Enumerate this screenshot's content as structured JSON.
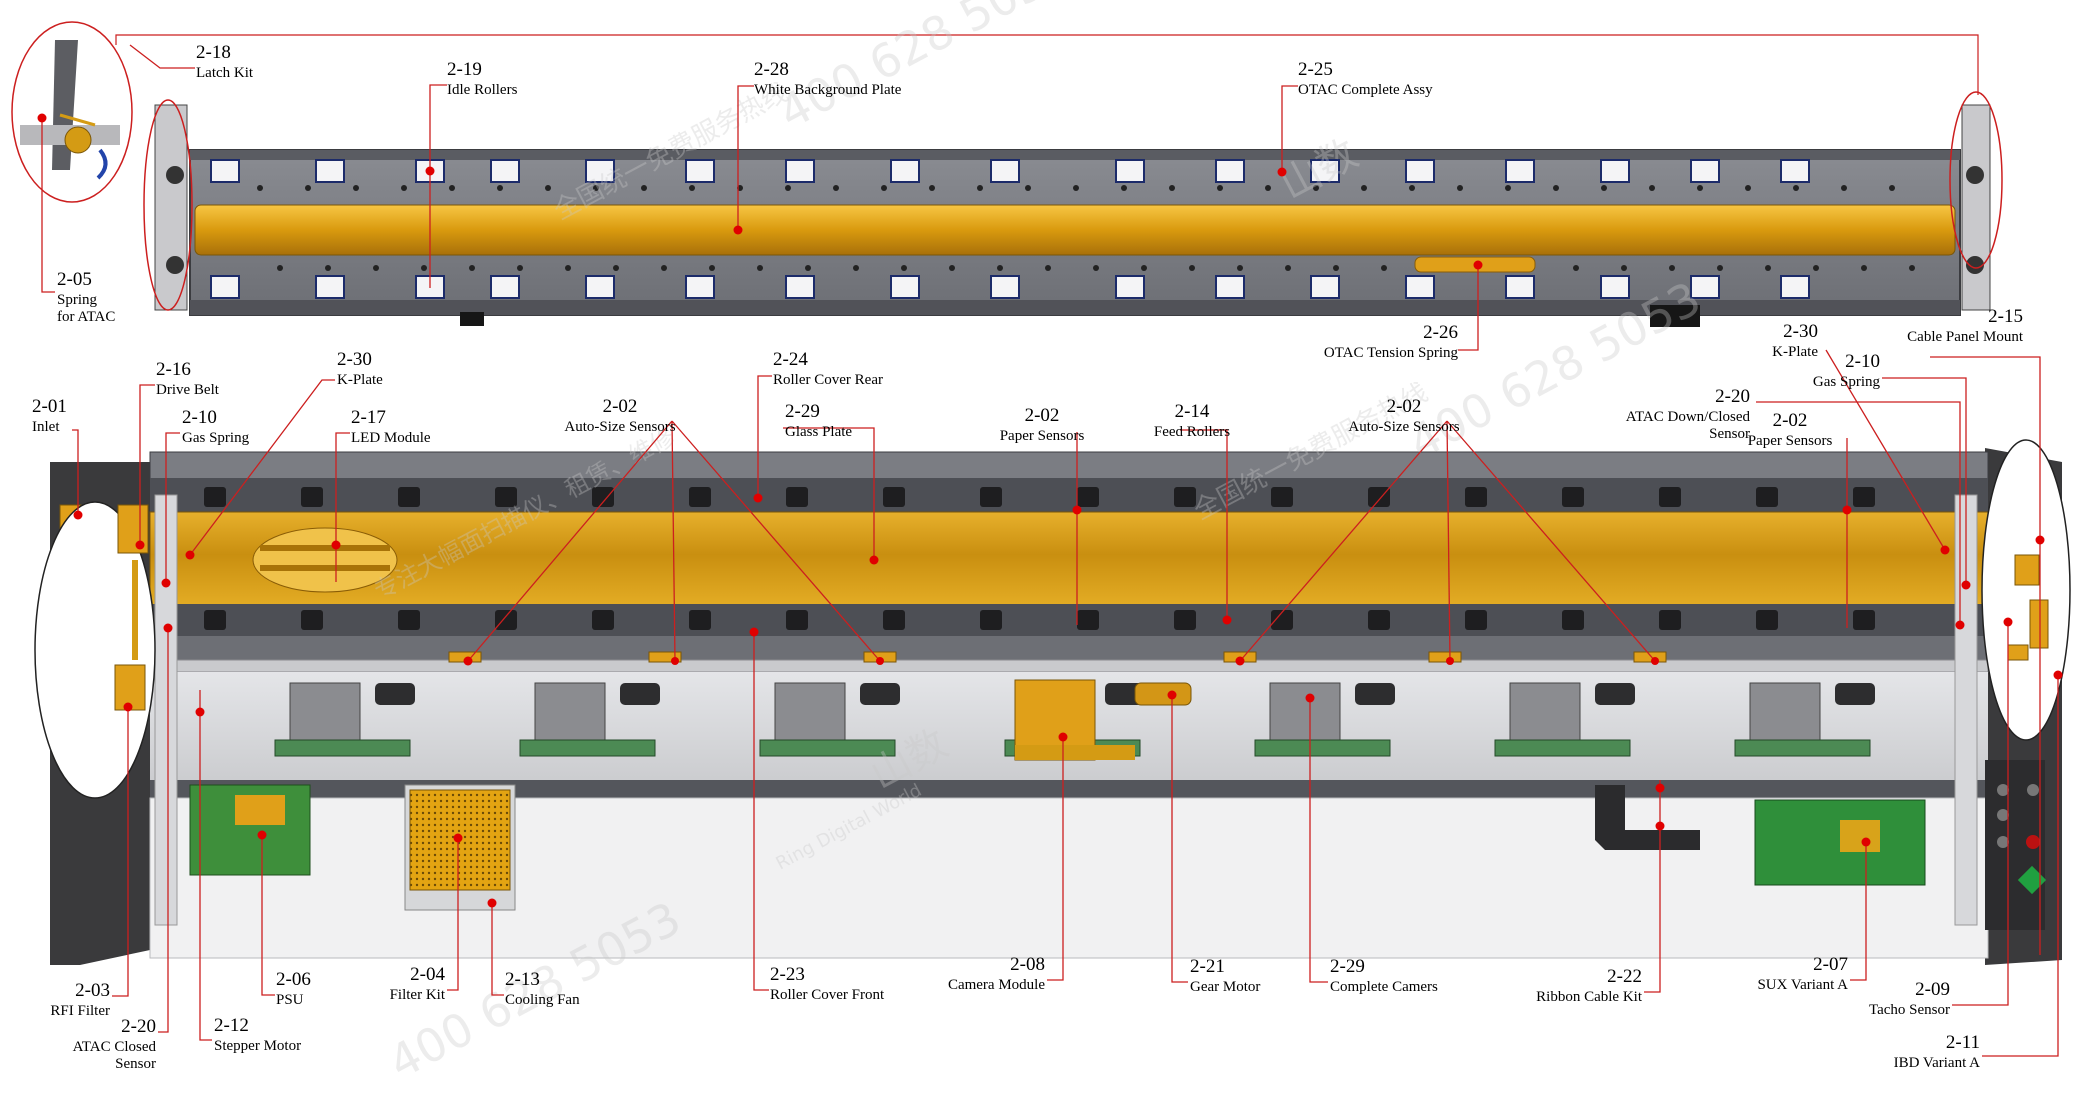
{
  "parts": [
    {
      "id": "2-18",
      "num": "2-18",
      "lines": [
        "Latch Kit"
      ]
    },
    {
      "id": "2-19",
      "num": "2-19",
      "lines": [
        "Idle Rollers"
      ]
    },
    {
      "id": "2-28",
      "num": "2-28",
      "lines": [
        "White Background Plate"
      ]
    },
    {
      "id": "2-25",
      "num": "2-25",
      "lines": [
        "OTAC Complete Assy"
      ]
    },
    {
      "id": "2-05",
      "num": "2-05",
      "lines": [
        "Spring",
        "for ATAC"
      ]
    },
    {
      "id": "2-26",
      "num": "2-26",
      "lines": [
        "OTAC Tension Spring"
      ]
    },
    {
      "id": "2-15",
      "num": "2-15",
      "lines": [
        "Cable Panel Mount"
      ]
    },
    {
      "id": "2-16",
      "num": "2-16",
      "lines": [
        "Drive Belt"
      ]
    },
    {
      "id": "2-30a",
      "num": "2-30",
      "lines": [
        "K-Plate"
      ]
    },
    {
      "id": "2-24",
      "num": "2-24",
      "lines": [
        "Roller Cover Rear"
      ]
    },
    {
      "id": "2-30b",
      "num": "2-30",
      "lines": [
        "K-Plate"
      ]
    },
    {
      "id": "2-10b",
      "num": "2-10",
      "lines": [
        "Gas Spring"
      ]
    },
    {
      "id": "2-01",
      "num": "2-01",
      "lines": [
        "Inlet"
      ]
    },
    {
      "id": "2-10a",
      "num": "2-10",
      "lines": [
        "Gas Spring"
      ]
    },
    {
      "id": "2-17",
      "num": "2-17",
      "lines": [
        "LED Module"
      ]
    },
    {
      "id": "2-02a",
      "num": "2-02",
      "lines": [
        "Auto-Size Sensors"
      ]
    },
    {
      "id": "2-29a",
      "num": "2-29",
      "lines": [
        "Glass Plate"
      ]
    },
    {
      "id": "2-02b",
      "num": "2-02",
      "lines": [
        "Paper Sensors"
      ]
    },
    {
      "id": "2-14",
      "num": "2-14",
      "lines": [
        "Feed Rollers"
      ]
    },
    {
      "id": "2-02c",
      "num": "2-02",
      "lines": [
        "Auto-Size Sensors"
      ]
    },
    {
      "id": "2-20a",
      "num": "2-20",
      "lines": [
        "ATAC Down/Closed",
        "Sensor"
      ]
    },
    {
      "id": "2-02d",
      "num": "2-02",
      "lines": [
        "Paper Sensors"
      ]
    },
    {
      "id": "2-03",
      "num": "2-03",
      "lines": [
        "RFI Filter"
      ]
    },
    {
      "id": "2-20b",
      "num": "2-20",
      "lines": [
        "ATAC Closed",
        "Sensor"
      ]
    },
    {
      "id": "2-06",
      "num": "2-06",
      "lines": [
        "PSU"
      ]
    },
    {
      "id": "2-12",
      "num": "2-12",
      "lines": [
        "Stepper Motor"
      ]
    },
    {
      "id": "2-04",
      "num": "2-04",
      "lines": [
        "Filter Kit"
      ]
    },
    {
      "id": "2-13",
      "num": "2-13",
      "lines": [
        "Cooling Fan"
      ]
    },
    {
      "id": "2-23",
      "num": "2-23",
      "lines": [
        "Roller Cover Front"
      ]
    },
    {
      "id": "2-08",
      "num": "2-08",
      "lines": [
        "Camera Module"
      ]
    },
    {
      "id": "2-21",
      "num": "2-21",
      "lines": [
        "Gear Motor"
      ]
    },
    {
      "id": "2-29b",
      "num": "2-29",
      "lines": [
        "Complete Camers"
      ]
    },
    {
      "id": "2-22",
      "num": "2-22",
      "lines": [
        "Ribbon Cable Kit"
      ]
    },
    {
      "id": "2-07",
      "num": "2-07",
      "lines": [
        "SUX Variant A"
      ]
    },
    {
      "id": "2-09",
      "num": "2-09",
      "lines": [
        "Tacho Sensor"
      ]
    },
    {
      "id": "2-11",
      "num": "2-11",
      "lines": [
        "IBD Variant A"
      ]
    }
  ],
  "watermark": {
    "phone": "400 628 5053",
    "cn_line": "全国统一免费服务热线",
    "cn_line2": "专注大幅面扫描仪、租赁、维修",
    "cn_brand": "山数",
    "en_brand": "Ring Digital World"
  },
  "colors": {
    "leader": "#cc1f1f",
    "dot": "#e00000",
    "frame_dark": "#4a4c52",
    "frame_mid": "#7e8087",
    "gold": "#e3a412",
    "end_cap": "#3e3e40",
    "pcb": "#2f8f3a"
  }
}
